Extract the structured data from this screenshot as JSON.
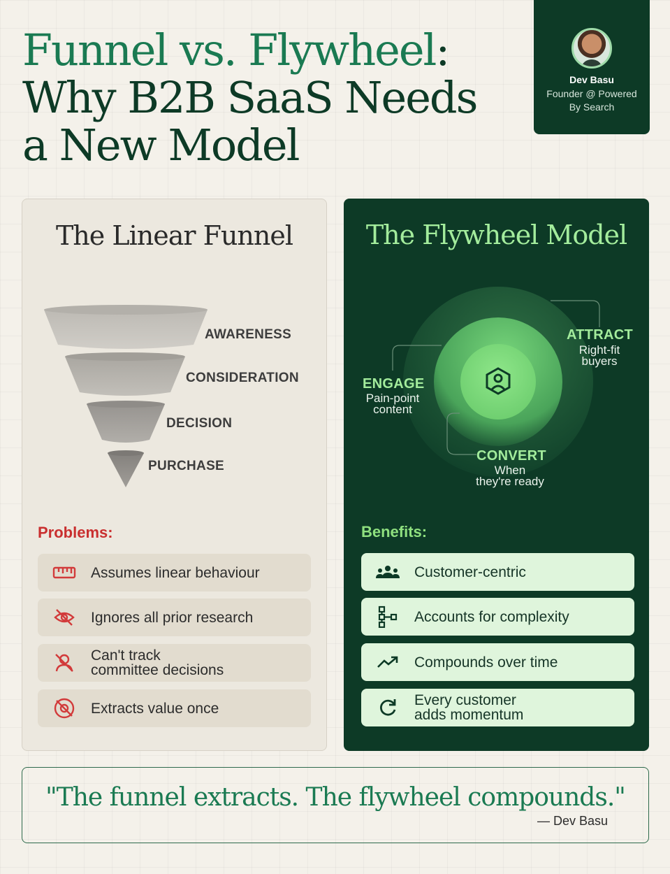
{
  "title": {
    "line1": "Funnel vs. Flywheel",
    "colon": ":",
    "line2": "Why B2B SaaS Needs",
    "line3": "a New Model"
  },
  "author": {
    "name": "Dev Basu",
    "role_line1": "Founder @ Powered",
    "role_line2": "By Search"
  },
  "funnel": {
    "title": "The Linear Funnel",
    "stages": [
      "AWARENESS",
      "CONSIDERATION",
      "DECISION",
      "PURCHASE"
    ],
    "problems_heading": "Problems:",
    "problems": [
      {
        "icon": "ruler-icon",
        "line1": "Assumes linear behaviour",
        "line2": ""
      },
      {
        "icon": "eye-off-icon",
        "line1": "Ignores all prior research",
        "line2": ""
      },
      {
        "icon": "user-off-icon",
        "line1": "Can't track",
        "line2": "committee decisions"
      },
      {
        "icon": "target-off-icon",
        "line1": "Extracts value once",
        "line2": ""
      }
    ]
  },
  "flywheel": {
    "title": "The Flywheel Model",
    "center_icon": "hexagon-person-icon",
    "attract": {
      "head": "ATTRACT",
      "sub1": "Right-fit",
      "sub2": "buyers"
    },
    "engage": {
      "head": "ENGAGE",
      "sub1": "Pain-point",
      "sub2": "content"
    },
    "convert": {
      "head": "CONVERT",
      "sub1": "When",
      "sub2": "they're ready"
    },
    "benefits_heading": "Benefits:",
    "benefits": [
      {
        "icon": "users-group-icon",
        "line1": "Customer-centric",
        "line2": ""
      },
      {
        "icon": "hierarchy-icon",
        "line1": "Accounts for complexity",
        "line2": ""
      },
      {
        "icon": "trending-up-icon",
        "line1": "Compounds over time",
        "line2": ""
      },
      {
        "icon": "refresh-icon",
        "line1": "Every customer",
        "line2": "adds momentum"
      }
    ]
  },
  "quote": {
    "text": "\"The funnel extracts. The flywheel compounds.\"",
    "attribution": "— Dev Basu"
  },
  "colors": {
    "dark_green": "#0d3a26",
    "accent_green": "#1a7a52",
    "light_green": "#a3ec9c",
    "problem_red": "#c92f2f",
    "background": "#f4f1ea"
  }
}
